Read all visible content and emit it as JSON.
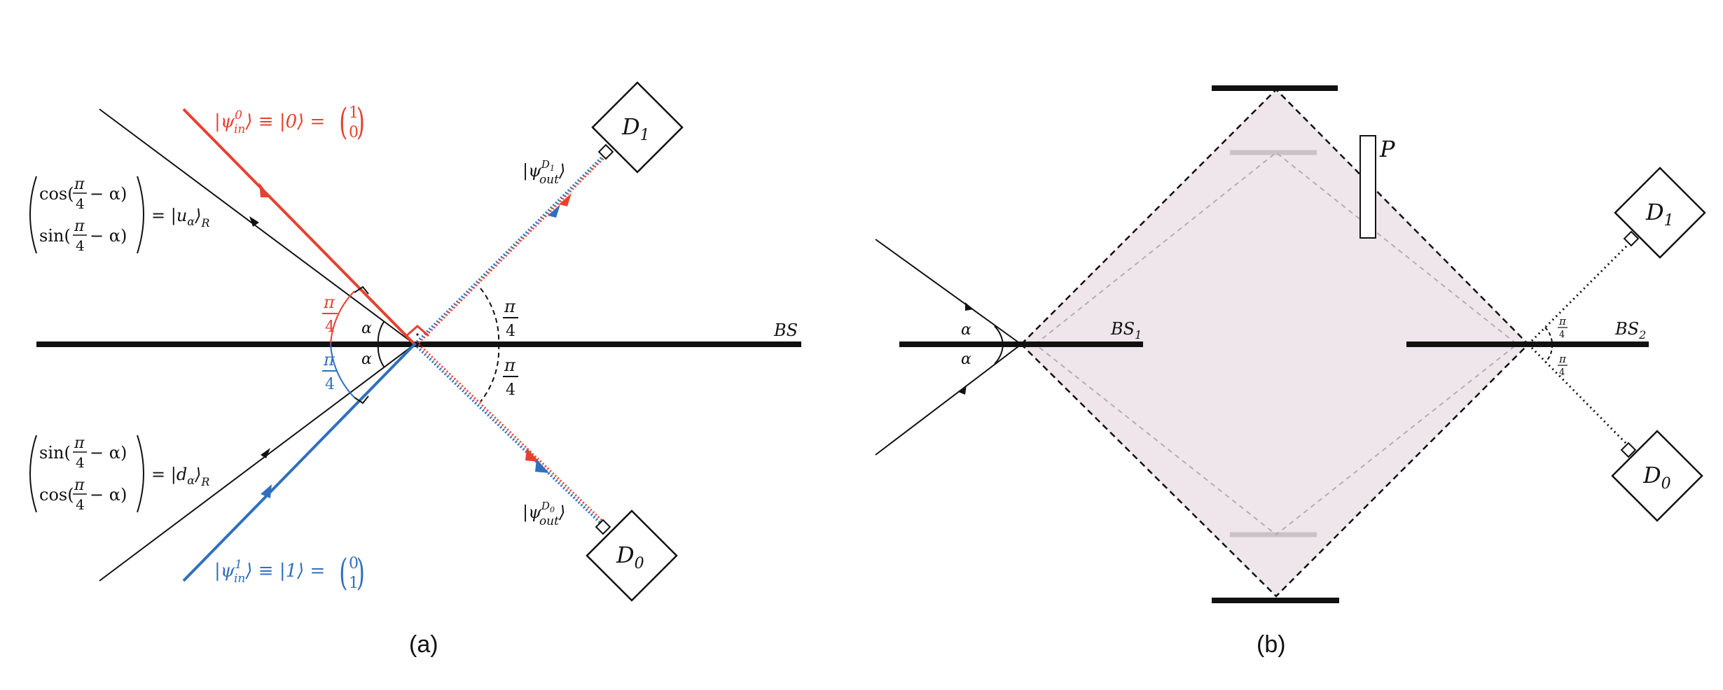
{
  "colors": {
    "red": "#e8402f",
    "blue": "#2f6fbf",
    "black": "#111111",
    "cavity_fill": "#eee6ea",
    "mirror_ghost": "#c9c2c6"
  },
  "panel_a": {
    "caption": "(a)",
    "bs_label": "BS",
    "state_in_0": {
      "ket": "|ψ",
      "sup": "0",
      "sub": "in",
      "rest": "⟩ ≡ |0⟩ = ",
      "vec_top": "1",
      "vec_bot": "0"
    },
    "state_in_1": {
      "ket": "|ψ",
      "sup": "1",
      "sub": "in",
      "rest": "⟩ ≡ |1⟩ = ",
      "vec_top": "0",
      "vec_bot": "1"
    },
    "u_state": {
      "row1_fn": "cos(",
      "row2_fn": "sin(",
      "pi": "π",
      "four": "4",
      "tail": " − α)",
      "rhs": "= |u",
      "rhs_sub": "α",
      "rhs_end": "⟩",
      "rhs_r": "R"
    },
    "d_state": {
      "row1_fn": "sin(",
      "row2_fn": "cos(",
      "pi": "π",
      "four": "4",
      "tail": " − α)",
      "rhs": "= |d",
      "rhs_sub": "α",
      "rhs_end": "⟩",
      "rhs_r": "R"
    },
    "out_d1": {
      "ket": "|ψ",
      "sup": "D",
      "sup_sub": "1",
      "sub": "out",
      "end": "⟩"
    },
    "out_d0": {
      "ket": "|ψ",
      "sup": "D",
      "sup_sub": "0",
      "sub": "out",
      "end": "⟩"
    },
    "angle_alpha": "α",
    "angle_pi": "π",
    "angle_four": "4",
    "detector_d1": {
      "letter": "D",
      "sub": "1"
    },
    "detector_d0": {
      "letter": "D",
      "sub": "0"
    }
  },
  "panel_b": {
    "caption": "(b)",
    "bs1": {
      "letter": "BS",
      "sub": "1"
    },
    "bs2": {
      "letter": "BS",
      "sub": "2"
    },
    "phase_label": "P",
    "angle_alpha": "α",
    "angle_pi": "π",
    "angle_four": "4",
    "detector_d1": {
      "letter": "D",
      "sub": "1"
    },
    "detector_d0": {
      "letter": "D",
      "sub": "0"
    }
  }
}
